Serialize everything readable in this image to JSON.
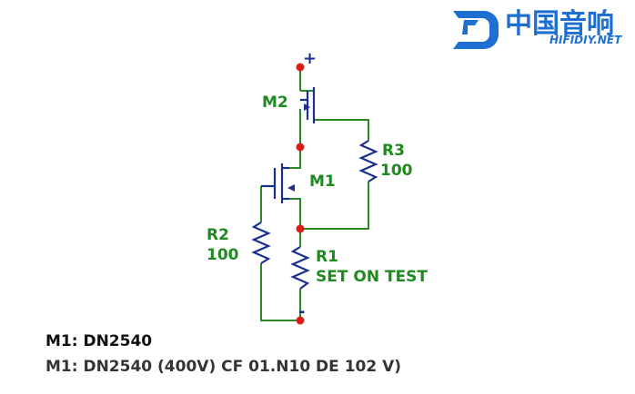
{
  "logo": {
    "chinese": "中国音响",
    "site": "HIFIDIY.NET"
  },
  "circuit": {
    "plus_sign": "+",
    "minus_sign": "-",
    "m1_label": "M1",
    "m2_label": "M2",
    "r1_name": "R1",
    "r1_value": "SET ON TEST",
    "r2_name": "R2",
    "r2_value": "100",
    "r3_name": "R3",
    "r3_value": "100"
  },
  "notes": {
    "line1": "M1: DN2540",
    "line2": "M1: DN2540 (400V) CF 01.N10 DE 102 V)"
  },
  "colors": {
    "wire": "#2a8a2a",
    "component": "#1a2f8f",
    "node": "#d81e1e",
    "label": "#1f8a1f",
    "logo": "#1e6fd1"
  }
}
